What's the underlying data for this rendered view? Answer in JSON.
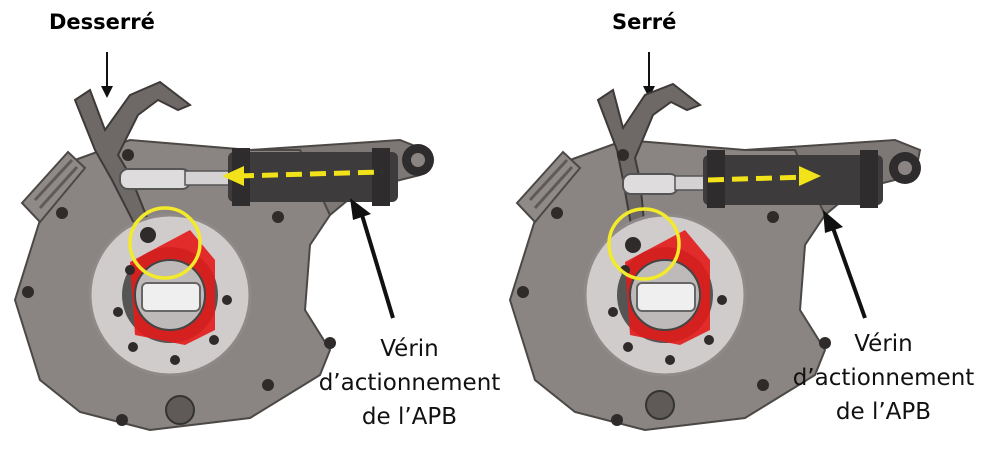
{
  "panels": [
    {
      "state_label": "Desserré",
      "caption": {
        "line1": "Vérin",
        "line2": "d’actionnement",
        "line3": "de l’APB"
      }
    },
    {
      "state_label": "Serré",
      "caption": {
        "line1": "Vérin",
        "line2": "d’actionnement",
        "line3": "de l’APB"
      }
    }
  ],
  "colors": {
    "housing": "#8a8583",
    "housing_dark": "#5f5a58",
    "ring": "#cfcccb",
    "gear": "#e31b1b",
    "highlight_circle": "#f2ea2a",
    "motion_arrow": "#f2e21a",
    "cylinder": "#3d3b3b",
    "text": "#000000"
  }
}
